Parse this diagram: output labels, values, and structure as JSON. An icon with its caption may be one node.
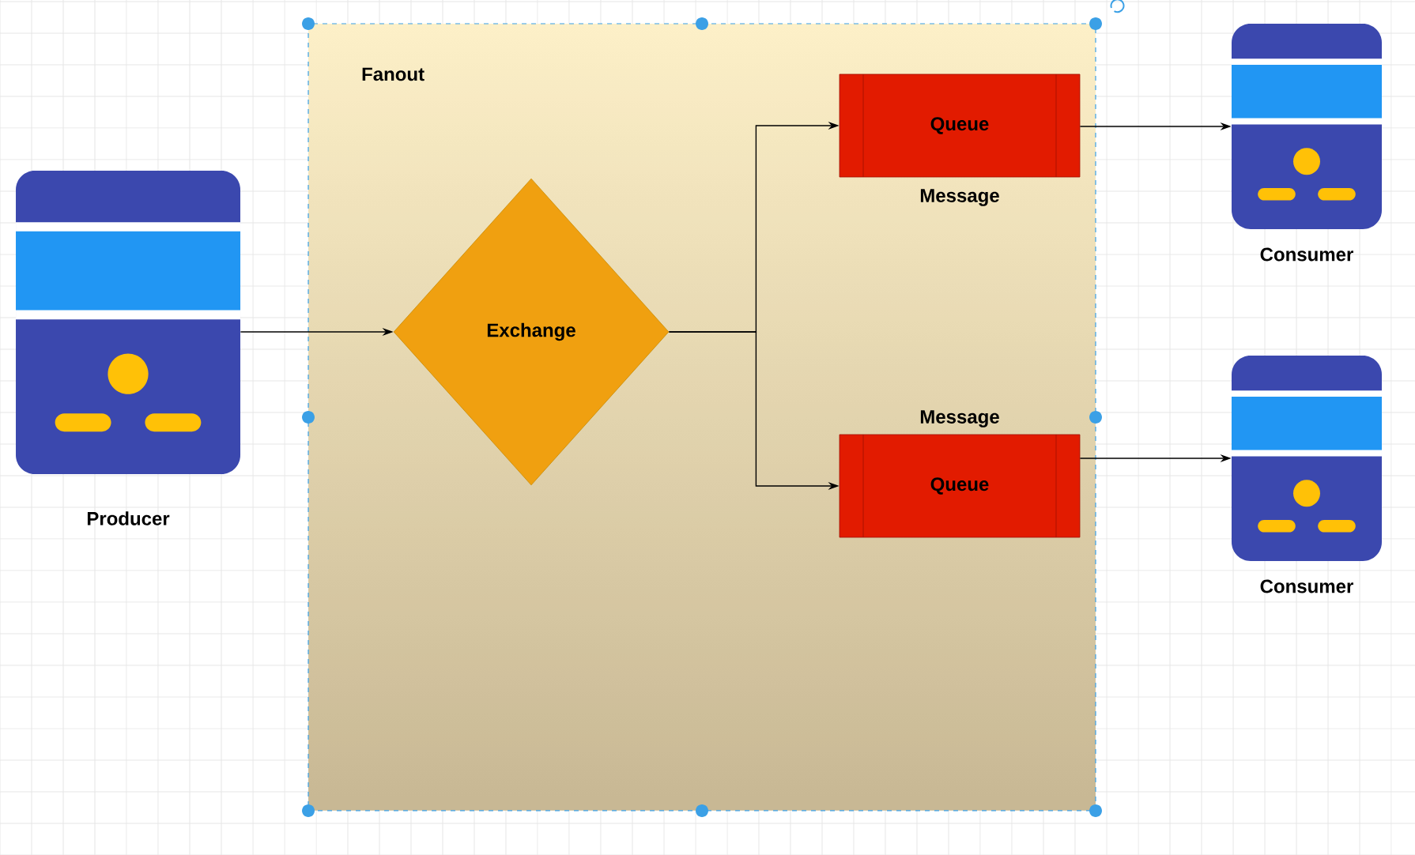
{
  "diagram": {
    "nodes": [
      {
        "text": [
          "Fanout"
        ]
      },
      {
        "text": [
          "Producer"
        ]
      },
      {
        "text": [
          "Exchange"
        ],
        "in": 0
      },
      {
        "text": [
          "Queue"
        ],
        "beside": [
          "Message"
        ],
        "in": 0
      },
      {
        "text": [
          "Queue"
        ],
        "beside": [
          "Message"
        ],
        "in": 0
      },
      {
        "text": [
          "Consumer"
        ]
      },
      {
        "text": [
          "Consumer"
        ]
      }
    ],
    "edges": [
      {
        "from": 1,
        "to": 2,
        "arrow": "to"
      },
      {
        "from": 2,
        "to": 3,
        "arrow": "to"
      },
      {
        "from": 2,
        "to": 4,
        "arrow": "to"
      },
      {
        "from": 3,
        "to": 5,
        "arrow": "to"
      },
      {
        "from": 4,
        "to": 6,
        "arrow": "to"
      }
    ]
  }
}
